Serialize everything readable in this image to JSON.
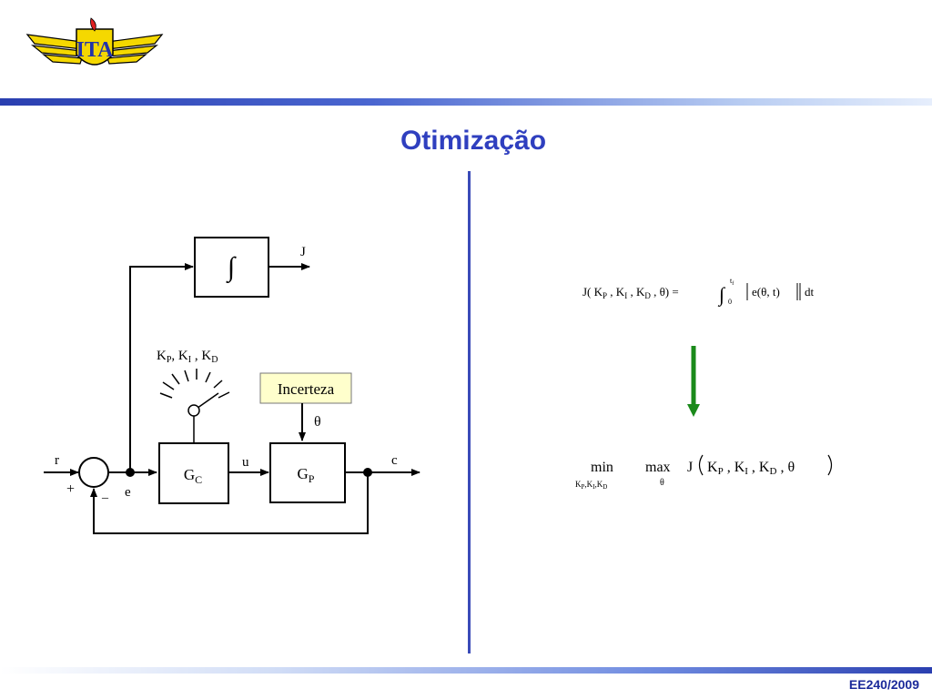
{
  "slide": {
    "title": "Otimização",
    "footer": "EE240/2009",
    "logo_text": "ITA"
  },
  "diagram": {
    "integral_symbol": "∫",
    "output_J": "J",
    "gains_K": "K",
    "gains_P": "P",
    "gains_sep1": ", K",
    "gains_I": "I",
    "gains_sep2": " , K",
    "gains_D": "D",
    "incerteza": "Incerteza",
    "theta": "θ",
    "ref": "r",
    "plus": "+",
    "minus": "_",
    "error": "e",
    "controller_G": "G",
    "controller_sub": "C",
    "control_u": "u",
    "plant_G": "G",
    "plant_sub": "P",
    "output_c": "c"
  },
  "formulas": {
    "cost": {
      "lhs_open": "J( K",
      "sub_P": "P",
      "sep1": " , K",
      "sub_I": "I",
      "sep2": " , K",
      "sub_D": "D",
      "lhs_close": " , θ) =",
      "integral": "∫",
      "upper_t": "t",
      "upper_f": "f",
      "lower": "0",
      "integrand": "e(θ, t)",
      "dt": "dt"
    },
    "minmax": {
      "min": "min",
      "max": "max",
      "min_under": "K",
      "min_under_P": "P",
      "min_under_sep1": ",K",
      "min_under_I": "I",
      "min_under_sep2": ",K",
      "min_under_D": "D",
      "max_under": "θ",
      "J_open": "J",
      "K1": "K",
      "sub_P": "P",
      "sep1": " , K",
      "sub_I": "I",
      "sep2": " , K",
      "sub_D": "D",
      "end": " , θ"
    }
  },
  "colors": {
    "title": "#2f3fbf",
    "arrow_green": "#1a8a1a",
    "incerteza_bg": "#ffffcc",
    "divider": "#3a4bb8"
  }
}
